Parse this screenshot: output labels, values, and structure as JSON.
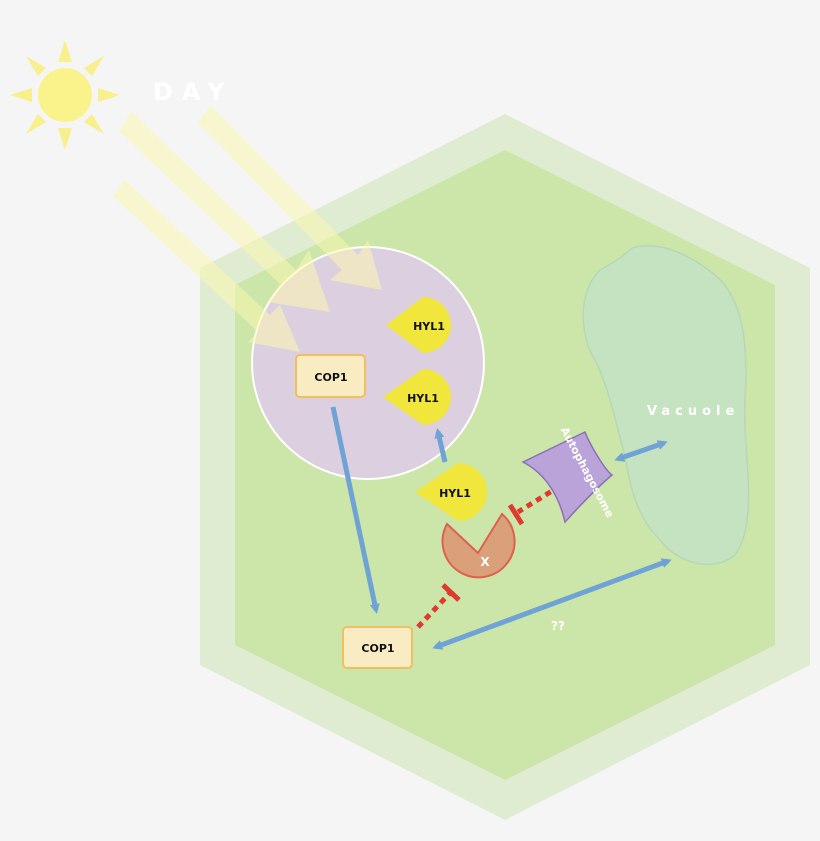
{
  "diagram": {
    "day_label": "DAY",
    "vacuole_label": "Vacuole",
    "autophagosome_label": "Autophagosome",
    "unknown_label": "??",
    "proteins": {
      "hyl1_a": "HYL1",
      "hyl1_b": "HYL1",
      "hyl1_c": "HYL1",
      "cop1_nucleus": "COP1",
      "cop1_cytoplasm": "COP1",
      "x": "X"
    }
  },
  "colors": {
    "background": "#f5f5f5",
    "cell_wall": "#e0ecd2",
    "cytoplasm": "#cce5a8",
    "nucleus": "#dccfe0",
    "vacuole": "#c5e3c0",
    "sun": "#f8f07a",
    "hyl1": "#f0e63c",
    "cop1_fill": "#f9ecc2",
    "cop1_border": "#f0c060",
    "x_fill": "#d9a07a",
    "autophagosome": "#b9a3d8",
    "blue_arrow": "#6fa3d6",
    "inhibit": "#e03a2e"
  }
}
